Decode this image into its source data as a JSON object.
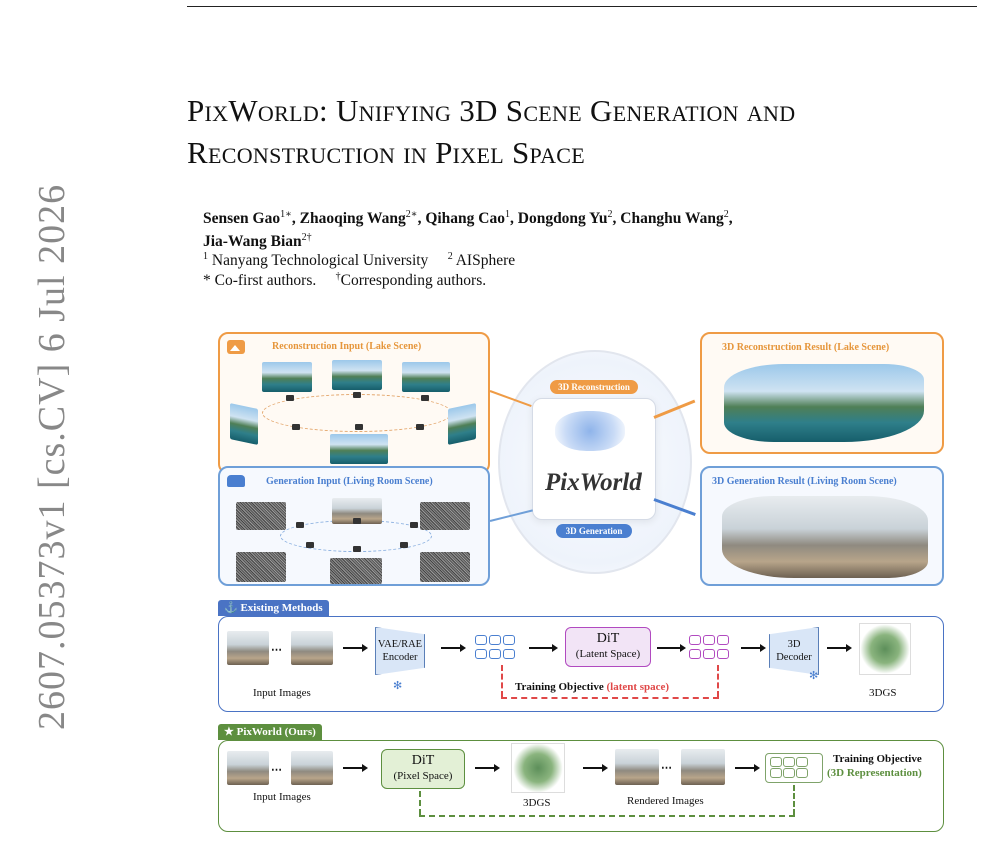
{
  "arxiv_stamp": "2607.05373v1  [cs.CV]  6 Jul 2026",
  "title": "PixWorld: Unifying 3D Scene Generation and Reconstruction in Pixel Space",
  "authors": [
    {
      "name": "Sensen Gao",
      "sup": "1∗"
    },
    {
      "name": "Zhaoqing Wang",
      "sup": "2∗"
    },
    {
      "name": "Qihang Cao",
      "sup": "1"
    },
    {
      "name": "Dongdong Yu",
      "sup": "2"
    },
    {
      "name": "Changhu Wang",
      "sup": "2"
    },
    {
      "name": "Jia-Wang Bian",
      "sup": "2†"
    }
  ],
  "affiliations": {
    "a1_sup": "1",
    "a1": "Nanyang Technological University",
    "a2_sup": "2",
    "a2": "AISphere"
  },
  "notes": {
    "cofirst": "* Co-first authors.",
    "dagger": "†",
    "corresponding": "Corresponding authors."
  },
  "figure": {
    "recon_input": "Reconstruction Input (Lake Scene)",
    "gen_input": "Generation Input (Living Room Scene)",
    "recon_result": "3D Reconstruction Result (Lake Scene)",
    "gen_result": "3D Generation Result (Living Room Scene)",
    "center_name": "PixWorld",
    "pill_recon": "3D Reconstruction",
    "pill_gen": "3D Generation",
    "existing": {
      "tag": "Existing Methods",
      "input_label": "Input Images",
      "encoder_l1": "VAE/RAE",
      "encoder_l2": "Encoder",
      "dit": "DiT",
      "dit_sub": "(Latent Space)",
      "decoder_l1": "3D",
      "decoder_l2": "Decoder",
      "objective": "Training Objective",
      "objective_sub": "(latent space)",
      "out_label": "3DGS"
    },
    "ours": {
      "tag": "PixWorld (Ours)",
      "input_label": "Input Images",
      "dit": "DiT",
      "dit_sub": "(Pixel Space)",
      "gs_label": "3DGS",
      "rendered_label": "Rendered Images",
      "objective": "Training Objective",
      "objective_sub": "(3D Representation)"
    },
    "colors": {
      "orange": "#ef9b45",
      "blue": "#4a7fd0",
      "green": "#5d8f3f",
      "red": "#e04848",
      "purple": "#b14ac0"
    }
  }
}
